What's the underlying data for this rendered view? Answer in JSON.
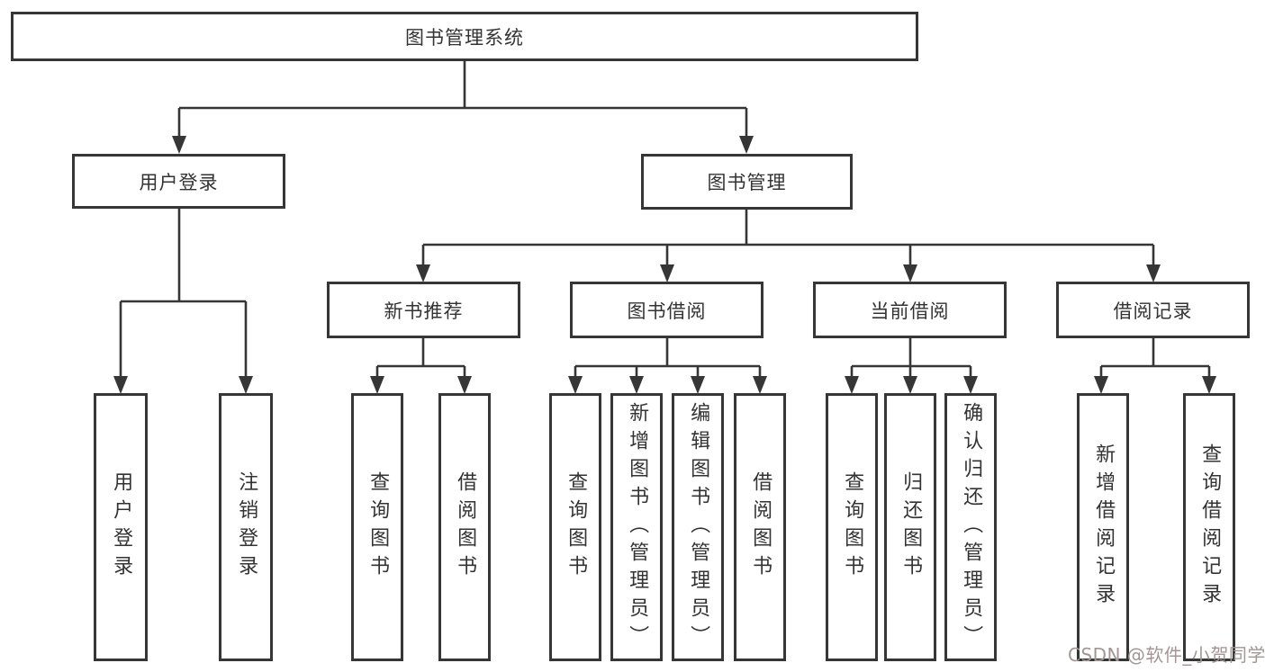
{
  "diagram": {
    "root": {
      "label": "图书管理系统"
    },
    "branches": [
      {
        "label": "用户登录",
        "children": [
          {
            "label": "用户登录"
          },
          {
            "label": "注销登录"
          }
        ]
      },
      {
        "label": "图书管理",
        "children": [
          {
            "label": "新书推荐",
            "children": [
              {
                "label": "查询图书"
              },
              {
                "label": "借阅图书"
              }
            ]
          },
          {
            "label": "图书借阅",
            "children": [
              {
                "label": "查询图书"
              },
              {
                "label": "新增图书（管理员）"
              },
              {
                "label": "编辑图书（管理员）"
              },
              {
                "label": "借阅图书"
              }
            ]
          },
          {
            "label": "当前借阅",
            "children": [
              {
                "label": "查询图书"
              },
              {
                "label": "归还图书"
              },
              {
                "label": "确认归还（管理员）"
              }
            ]
          },
          {
            "label": "借阅记录",
            "children": [
              {
                "label": "新增借阅记录"
              },
              {
                "label": "查询借阅记录"
              }
            ]
          }
        ]
      }
    ]
  },
  "watermark": {
    "text": "CSDN @软件_小贺同学"
  },
  "colors": {
    "line": "#363636",
    "box_border": "#363636",
    "text": "#333333",
    "watermark": "#a39595",
    "background": "#ffffff"
  }
}
